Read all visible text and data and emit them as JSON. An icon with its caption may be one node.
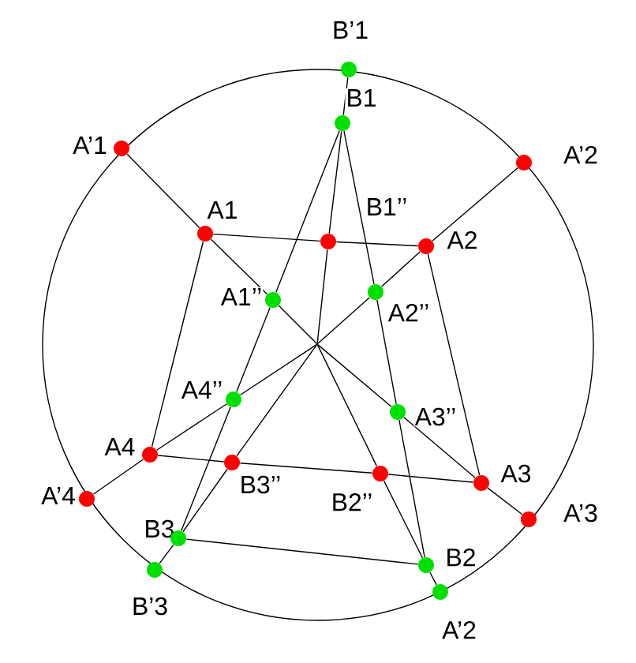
{
  "diagram": {
    "nodes": [
      {
        "text": [
          "B’1"
        ]
      },
      {
        "text": [
          "B1"
        ]
      },
      {
        "text": [
          "A’1"
        ]
      },
      {
        "text": [
          "A’2"
        ]
      },
      {
        "text": [
          "A1"
        ]
      },
      {
        "text": [
          "B1’’"
        ]
      },
      {
        "text": [
          "A2"
        ]
      },
      {
        "text": [
          "A1’’"
        ]
      },
      {
        "text": [
          "A2’’"
        ]
      },
      {
        "text": [],
        "shape": "point"
      },
      {
        "text": [
          "A4’’"
        ]
      },
      {
        "text": [
          "A3’’"
        ]
      },
      {
        "text": [
          "A4"
        ]
      },
      {
        "text": [
          "B3’’"
        ]
      },
      {
        "text": [
          "B2’’"
        ]
      },
      {
        "text": [
          "A3"
        ]
      },
      {
        "text": [
          "A’4"
        ]
      },
      {
        "text": [
          "A’3"
        ]
      },
      {
        "text": [
          "B3"
        ]
      },
      {
        "text": [
          "B2"
        ]
      },
      {
        "text": [
          "B’3"
        ]
      },
      {
        "text": [
          "A’2"
        ]
      }
    ],
    "edges": [
      {
        "from": 2,
        "to": 4,
        "arrow": "none"
      },
      {
        "from": 4,
        "to": 7,
        "arrow": "none"
      },
      {
        "from": 7,
        "to": 9,
        "arrow": "none"
      },
      {
        "from": 9,
        "to": 11,
        "arrow": "none"
      },
      {
        "from": 11,
        "to": 15,
        "arrow": "none"
      },
      {
        "from": 15,
        "to": 17,
        "arrow": "none"
      },
      {
        "from": 3,
        "to": 6,
        "arrow": "none"
      },
      {
        "from": 6,
        "to": 8,
        "arrow": "none"
      },
      {
        "from": 8,
        "to": 9,
        "arrow": "none"
      },
      {
        "from": 9,
        "to": 10,
        "arrow": "none"
      },
      {
        "from": 10,
        "to": 12,
        "arrow": "none"
      },
      {
        "from": 12,
        "to": 16,
        "arrow": "none"
      },
      {
        "from": 4,
        "to": 5,
        "arrow": "none"
      },
      {
        "from": 5,
        "to": 6,
        "arrow": "none"
      },
      {
        "from": 6,
        "to": 15,
        "arrow": "none"
      },
      {
        "from": 15,
        "to": 14,
        "arrow": "none"
      },
      {
        "from": 14,
        "to": 13,
        "arrow": "none"
      },
      {
        "from": 13,
        "to": 12,
        "arrow": "none"
      },
      {
        "from": 12,
        "to": 4,
        "arrow": "none"
      },
      {
        "from": 1,
        "to": 7,
        "arrow": "none"
      },
      {
        "from": 7,
        "to": 10,
        "arrow": "none"
      },
      {
        "from": 10,
        "to": 18,
        "arrow": "none"
      },
      {
        "from": 1,
        "to": 8,
        "arrow": "none"
      },
      {
        "from": 8,
        "to": 11,
        "arrow": "none"
      },
      {
        "from": 11,
        "to": 19,
        "arrow": "none"
      },
      {
        "from": 18,
        "to": 19,
        "arrow": "none"
      },
      {
        "from": 0,
        "to": 1,
        "arrow": "none"
      },
      {
        "from": 1,
        "to": 5,
        "arrow": "none"
      },
      {
        "from": 5,
        "to": 9,
        "arrow": "none"
      },
      {
        "from": 20,
        "to": 18,
        "arrow": "none"
      },
      {
        "from": 18,
        "to": 13,
        "arrow": "none"
      },
      {
        "from": 13,
        "to": 9,
        "arrow": "none"
      },
      {
        "from": 21,
        "to": 19,
        "arrow": "none"
      },
      {
        "from": 19,
        "to": 14,
        "arrow": "none"
      },
      {
        "from": 14,
        "to": 9,
        "arrow": "none"
      }
    ]
  }
}
